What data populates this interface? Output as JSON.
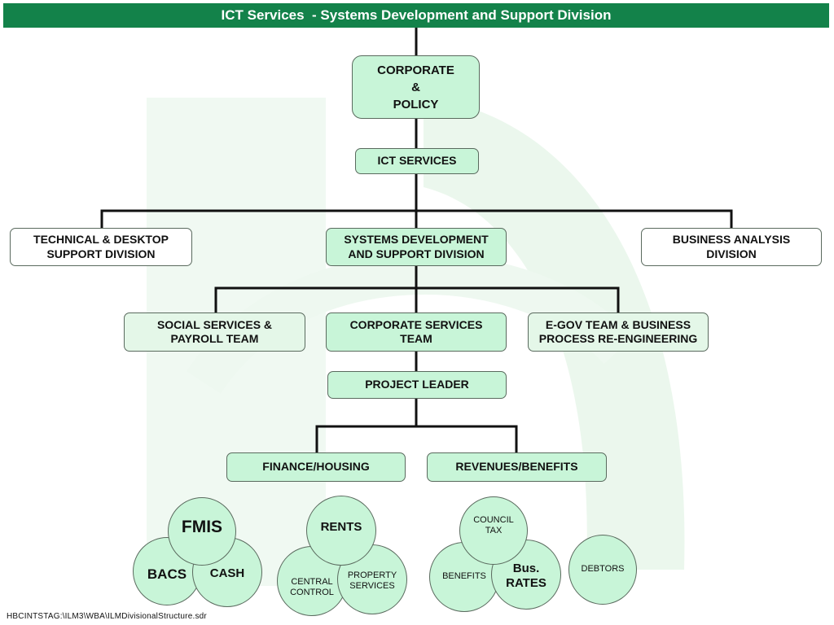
{
  "title": "ICT Services  - Systems Development and Support Division",
  "nodes": {
    "corporate_policy": "CORPORATE\n&\nPOLICY",
    "ict_services": "ICT SERVICES",
    "technical_desktop": "TECHNICAL & DESKTOP\nSUPPORT DIVISION",
    "systems_development": "SYSTEMS DEVELOPMENT\nAND SUPPORT DIVISION",
    "business_analysis": "BUSINESS ANALYSIS\nDIVISION",
    "social_services": "SOCIAL SERVICES &\nPAYROLL TEAM",
    "corporate_services": "CORPORATE SERVICES\nTEAM",
    "egov": "E-GOV TEAM & BUSINESS\nPROCESS RE-ENGINEERING",
    "project_leader": "PROJECT LEADER",
    "finance_housing": "FINANCE/HOUSING",
    "revenues_benefits": "REVENUES/BENEFITS"
  },
  "circles": {
    "fmis": "FMIS",
    "bacs": "BACS",
    "cash": "CASH",
    "rents": "RENTS",
    "central_control": "CENTRAL\nCONTROL",
    "property_services": "PROPERTY\nSERVICES",
    "council_tax": "COUNCIL\nTAX",
    "benefits": "BENEFITS",
    "bus_rates": "Bus.\nRATES",
    "debtors": "DEBTORS"
  },
  "footer": "HBCINTSTAG:\\ILM3\\WBA\\ILMDivisionalStructure.sdr",
  "colors": {
    "title_bar": "#13824a",
    "box_fill": "#c8f5d8",
    "pale_fill": "#e4f7e8",
    "line": "#111111"
  }
}
